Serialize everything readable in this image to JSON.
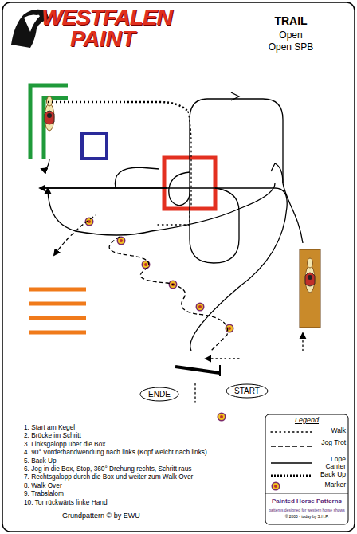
{
  "diagram": {
    "title": "TRAIL",
    "nodes": [
      {
        "text": [
          "ENDE"
        ]
      },
      {
        "text": [
          "START"
        ]
      }
    ],
    "labels": [
      "WESTFALEN",
      "PAINT",
      "Open",
      "Open SPB",
      "1. Start am Kegel",
      "2. Brücke im Schritt",
      "3. Linksgalopp über die Box",
      "4. 90° Vorderhandwendung nach links (Kopf weicht nach links)",
      "5. Back Up",
      "6. Jog in die Box, Stop, 360° Drehung rechts, Schritt raus",
      "7. Rechtsgalopp durch die Box und weiter zum Walk Over",
      "8. Walk Over",
      "9. Trabslalom",
      "10. Tor rückwärts linke Hand",
      "Grundpattern © by EWU",
      "Legend",
      "Painted Horse Patterns",
      "patterns designed for western horse shows",
      "© 2000 - today by S.H.P."
    ],
    "legend": [
      {
        "text": "Walk"
      },
      {
        "text": "Jog Trot"
      },
      {
        "text": "Lope Canter"
      },
      {
        "text": "Back Up"
      },
      {
        "text": "Marker"
      }
    ]
  }
}
